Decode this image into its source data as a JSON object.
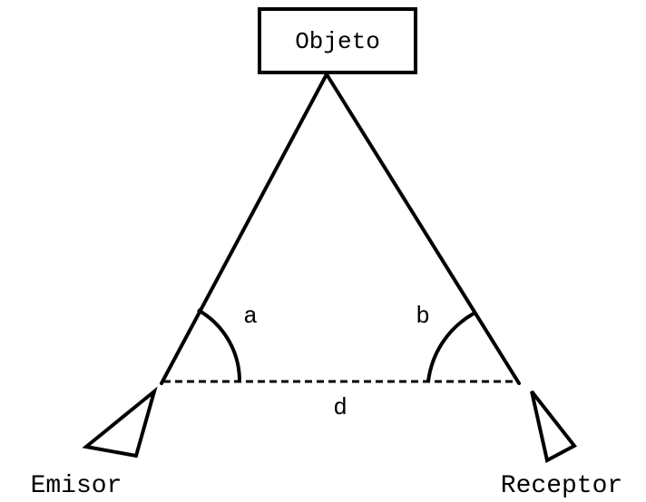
{
  "diagram": {
    "object_label": "Objeto",
    "angle_a_label": "a",
    "angle_b_label": "b",
    "distance_label": "d",
    "emitter_label": "Emisor",
    "receiver_label": "Receptor"
  },
  "colors": {
    "stroke": "#000000",
    "background": "#ffffff"
  }
}
